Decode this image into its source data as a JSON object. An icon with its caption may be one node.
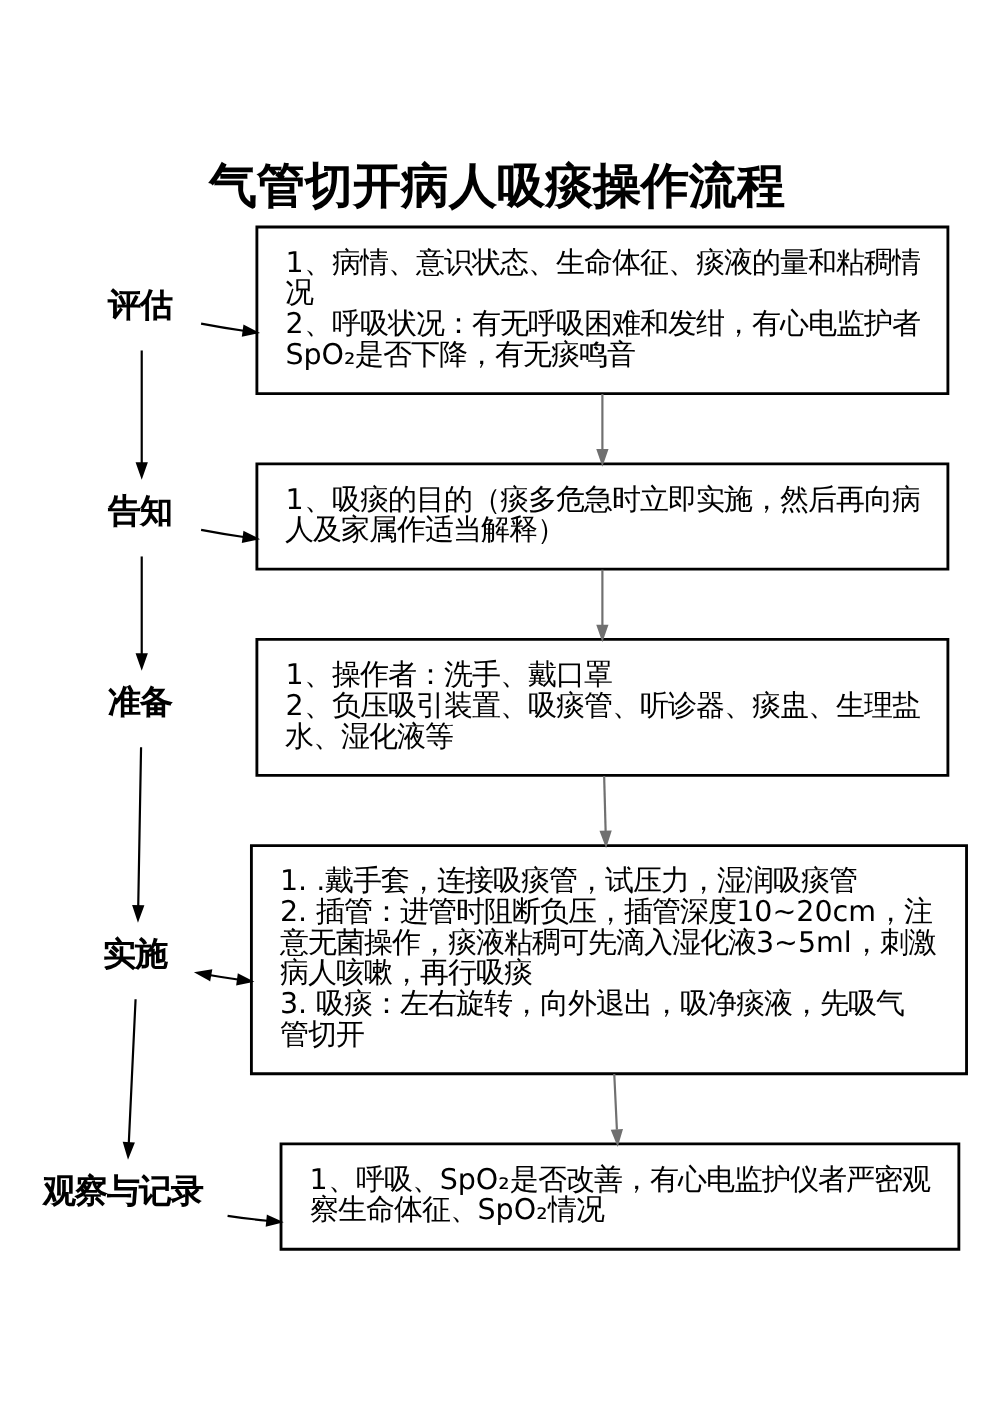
{
  "diagram": {
    "title": "气管切开病人吸痰操作流程",
    "nodes": [
      {
        "text": [
          "评估"
        ]
      },
      {
        "text": [
          "1、病情、意识状态、生命体征、痰液的量和粘稠情况",
          "2、呼吸状况：有无呼吸困难和发绀，有心电监护者SpO₂是否下降，有无痰鸣音"
        ]
      },
      {
        "text": [
          "告知"
        ]
      },
      {
        "text": [
          "1、吸痰的目的（痰多危急时立即实施，然后再向病人及家属作适当解释）"
        ]
      },
      {
        "text": [
          "准备"
        ]
      },
      {
        "text": [
          "1、操作者：洗手、戴口罩",
          "2、负压吸引装置、吸痰管、听诊器、痰盅、生理盐水、湿化液等"
        ]
      },
      {
        "text": [
          "实施"
        ]
      },
      {
        "text": [
          "1. .戴手套，连接吸痰管，试压力，湿润吸痰管",
          "2. 插管：进管时阻断负压，插管深度10~20cm，注意无菌操作，痰液粘稠可先滴入湿化液3~5ml，刺激病人咳嗽，再行吸痰",
          "3. 吸痰：左右旋转，向外退出，吸净痰液，先吸气管切开"
        ]
      },
      {
        "text": [
          "观察与记录"
        ]
      },
      {
        "text": [
          "1、呼吸、SpO₂是否改善，有心电监护仪者严密观察生命体征、SpO₂情况"
        ]
      }
    ],
    "edges": [
      {
        "from": 0,
        "to": 1,
        "arrow": "to"
      },
      {
        "from": 1,
        "to": 3,
        "arrow": "to",
        "color": "#707070"
      },
      {
        "from": 0,
        "to": 2,
        "arrow": "to"
      },
      {
        "from": 2,
        "to": 3,
        "arrow": "to"
      },
      {
        "from": 3,
        "to": 5,
        "arrow": "to",
        "color": "#707070"
      },
      {
        "from": 2,
        "to": 4,
        "arrow": "to"
      },
      {
        "from": 4,
        "to": 6,
        "arrow": "to"
      },
      {
        "from": 5,
        "to": 7,
        "arrow": "to",
        "color": "#707070"
      },
      {
        "from": 6,
        "to": 7,
        "arrow": "both"
      },
      {
        "from": 6,
        "to": 8,
        "arrow": "to"
      },
      {
        "from": 7,
        "to": 9,
        "arrow": "to",
        "color": "#707070"
      },
      {
        "from": 8,
        "to": 9,
        "arrow": "to"
      }
    ]
  }
}
